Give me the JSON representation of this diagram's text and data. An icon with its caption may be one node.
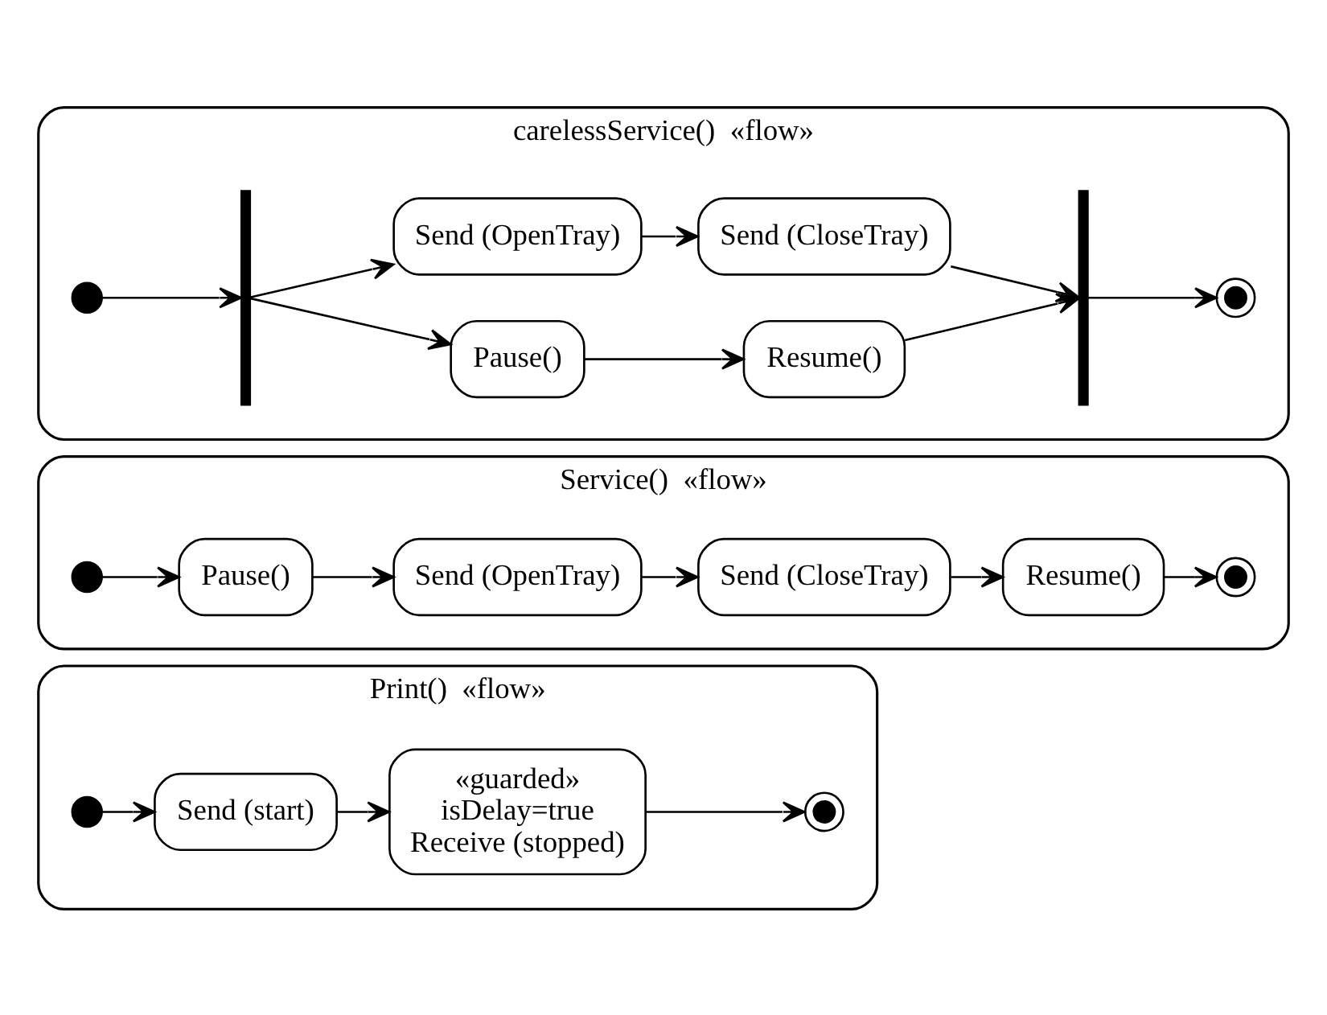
{
  "diagram": {
    "nodes": [
      {
        "text": [
          "Print()  «flow»"
        ]
      },
      {
        "text": [],
        "shape": "circle",
        "in": 0
      },
      {
        "text": [
          "Send (start)"
        ],
        "in": 0
      },
      {
        "text": [
          "«guarded»",
          "isDelay=true",
          "Receive (stopped)"
        ],
        "in": 0
      },
      {
        "text": [],
        "shape": "bullseye",
        "in": 0
      },
      {
        "text": [
          "Service()  «flow»"
        ]
      },
      {
        "text": [],
        "shape": "circle",
        "in": 5
      },
      {
        "text": [
          "Pause()"
        ],
        "in": 5
      },
      {
        "text": [
          "Send (OpenTray)"
        ],
        "in": 5
      },
      {
        "text": [
          "Send (CloseTray)"
        ],
        "in": 5
      },
      {
        "text": [
          "Resume()"
        ],
        "in": 5
      },
      {
        "text": [],
        "shape": "bullseye",
        "in": 5
      },
      {
        "text": [
          "carelessService()  «flow»"
        ]
      },
      {
        "text": [],
        "shape": "circle",
        "in": 12
      },
      {
        "text": [],
        "shape": "bar",
        "in": 12
      },
      {
        "text": [
          "Pause()"
        ],
        "in": 12
      },
      {
        "text": [
          "Resume()"
        ],
        "in": 12
      },
      {
        "text": [
          "Send (OpenTray)"
        ],
        "in": 12
      },
      {
        "text": [
          "Send (CloseTray)"
        ],
        "in": 12
      },
      {
        "text": [],
        "shape": "bar",
        "in": 12
      },
      {
        "text": [],
        "shape": "bullseye",
        "in": 12
      }
    ],
    "edges": [
      {
        "from": 1,
        "to": 2,
        "arrow": "to"
      },
      {
        "from": 2,
        "to": 3,
        "arrow": "to"
      },
      {
        "from": 3,
        "to": 4,
        "arrow": "to"
      },
      {
        "from": 6,
        "to": 7,
        "arrow": "to"
      },
      {
        "from": 7,
        "to": 8,
        "arrow": "to"
      },
      {
        "from": 8,
        "to": 9,
        "arrow": "to"
      },
      {
        "from": 9,
        "to": 10,
        "arrow": "to"
      },
      {
        "from": 10,
        "to": 11,
        "arrow": "to"
      },
      {
        "from": 13,
        "to": 14,
        "arrow": "to"
      },
      {
        "from": 14,
        "to": 15,
        "arrow": "to"
      },
      {
        "from": 14,
        "to": 17,
        "arrow": "to"
      },
      {
        "from": 15,
        "to": 16,
        "arrow": "to"
      },
      {
        "from": 17,
        "to": 18,
        "arrow": "to"
      },
      {
        "from": 16,
        "to": 19,
        "arrow": "to"
      },
      {
        "from": 18,
        "to": 19,
        "arrow": "to"
      },
      {
        "from": 19,
        "to": 20,
        "arrow": "to"
      }
    ]
  }
}
